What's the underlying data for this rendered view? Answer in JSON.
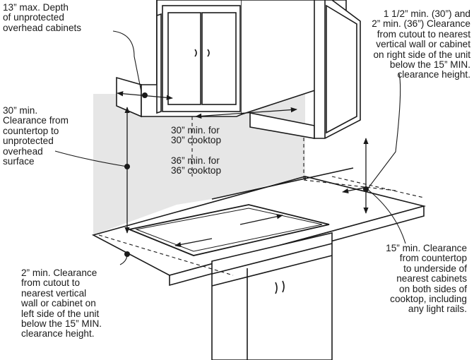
{
  "labels": {
    "depth": [
      "13” max. Depth",
      "of unprotected",
      "overhead cabinets"
    ],
    "right_clearance": [
      "1 1/2” min. (30”) and",
      "2” min. (36”) Clearance",
      "from cutout to nearest",
      "vertical wall or cabinet",
      "on right side of the unit",
      "below the 15” MIN.",
      "clearance height."
    ],
    "overhead_clearance": [
      "30” min.",
      "Clearance from",
      "countertop to",
      "unprotected",
      "overhead",
      "surface"
    ],
    "width_30": [
      "30” min. for",
      "30” cooktop"
    ],
    "width_36": [
      "36” min. for",
      "36” cooktop"
    ],
    "cabinet_clearance": [
      "15” min. Clearance",
      "from countertop",
      "to underside of",
      "nearest cabinets",
      "on both sides of",
      "cooktop, including",
      "any light rails."
    ],
    "left_clearance": [
      "2” min. Clearance",
      "from cutout to",
      "nearest vertical",
      "wall or cabinet on",
      "left side of the unit",
      "below the 15” MIN.",
      "clearance height."
    ]
  },
  "colors": {
    "line": "#1a1a1a",
    "wall_shade": "#e6e6e6",
    "fill": "#ffffff"
  }
}
